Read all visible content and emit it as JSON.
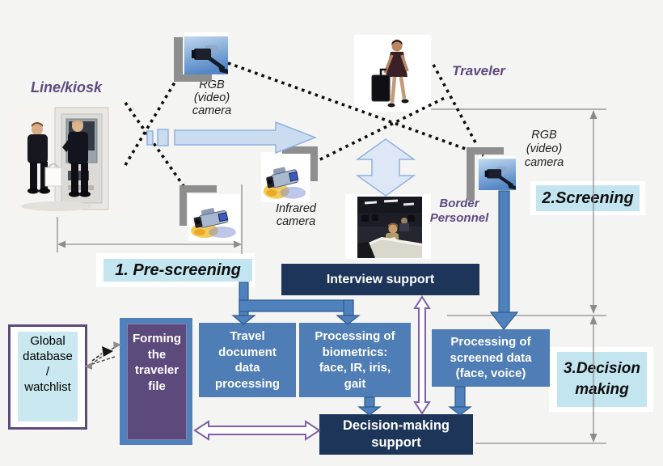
{
  "scene_labels": {
    "line_kiosk": "Line/kiosk",
    "rgb_camera_top": "RGB\n(video)\ncamera",
    "infrared_camera": "Infrared\ncamera",
    "traveler": "Traveler",
    "rgb_camera_right": "RGB\n(video)\ncamera",
    "border_personnel": "Border\nPersonnel"
  },
  "stage_labels": {
    "pre_screening": "1. Pre-screening",
    "screening": "2.Screening",
    "decision_making": "3.Decision\nmaking"
  },
  "process_boxes": {
    "interview_support": "Interview support",
    "travel_document": "Travel\ndocument\ndata\nprocessing",
    "biometrics": "Processing of\nbiometrics:\nface, IR, iris,\ngait",
    "screened_data": "Processing of\nscreened data\n(face, voice)",
    "decision_support": "Decision-making\nsupport",
    "forming_file": "Forming\nthe\ntraveler\nfile",
    "global_database": "Global\ndatabase\n/\nwatchlist"
  },
  "images": {
    "kiosk_photo": "line-kiosk-photo",
    "rgb_camera_top_photo": "cctv-camera-photo",
    "traveler_photo": "traveler-photo",
    "lower_camcorder_photo": "video-camera-photo",
    "infrared_camera_photo": "infrared-camera-photo",
    "rgb_camera_right_photo": "cctv-camera-photo",
    "border_personnel_photo": "border-desk-photo"
  },
  "colors": {
    "stage_label_bg": "#c3e5ef",
    "navy_box": "#1d3558",
    "process_box_blue": "#4f7db5",
    "forming_purple": "#5c4a7d",
    "forming_frame_blue": "#4f81bd",
    "global_border_purple": "#5d4a7b",
    "global_fill": "#c9e8f0",
    "purple_label_text": "#5d4a80",
    "blue_arrow": "#4f81bd",
    "purple_arrow_stroke": "#7e5fa5",
    "pale_arrow_fill": "#ccdcf0",
    "dimension_gray": "#8c8c8c",
    "dotted_line": "#0d0d0d"
  }
}
